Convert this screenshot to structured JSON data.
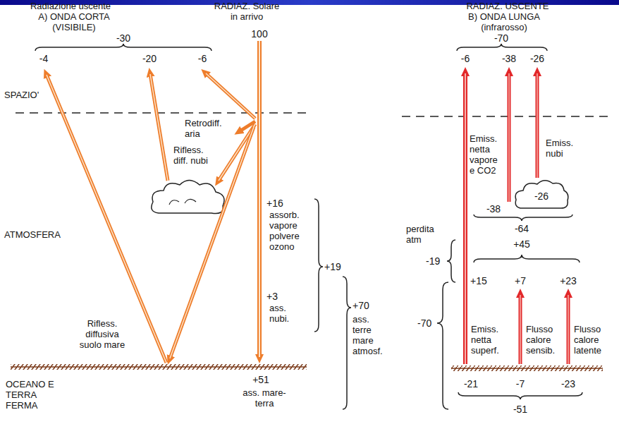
{
  "diagram": {
    "nodes": [
      {
        "text": [
          "-26"
        ]
      }
    ],
    "labels": [
      "Radiazione uscente",
      "A) ONDA CORTA (VISIBILE)",
      "-30",
      "RADIAZ. Solare in arrivo",
      "100",
      "SPAZIO'",
      "-4",
      "-20",
      "-6",
      "Retrodiff. aria",
      "Rifless. diff. nubi",
      "+16",
      "assorb. vapore polvere ozono",
      "+19",
      "+3",
      "ass. nubi.",
      "+70",
      "ass. terre mare atmosf.",
      "ATMOSFERA",
      "Rifless. diffusiva suolo mare",
      "OCEANO E TERRA FERMA",
      "+51",
      "ass. mare-terra",
      "RADIAZ. USCENTE",
      "B) ONDA LUNGA (infrarosso)",
      "-70",
      "-6",
      "-38",
      "-26",
      "Emiss. netta vapore e CO2",
      "Emiss. nubi",
      "-38",
      "-64",
      "+45",
      "perdita atm",
      "-19",
      "-70",
      "+15",
      "+7",
      "+23",
      "Emiss. netta superf.",
      "Flusso calore sensib.",
      "Flusso calore latente",
      "-21",
      "-7",
      "-23",
      "-51"
    ]
  }
}
